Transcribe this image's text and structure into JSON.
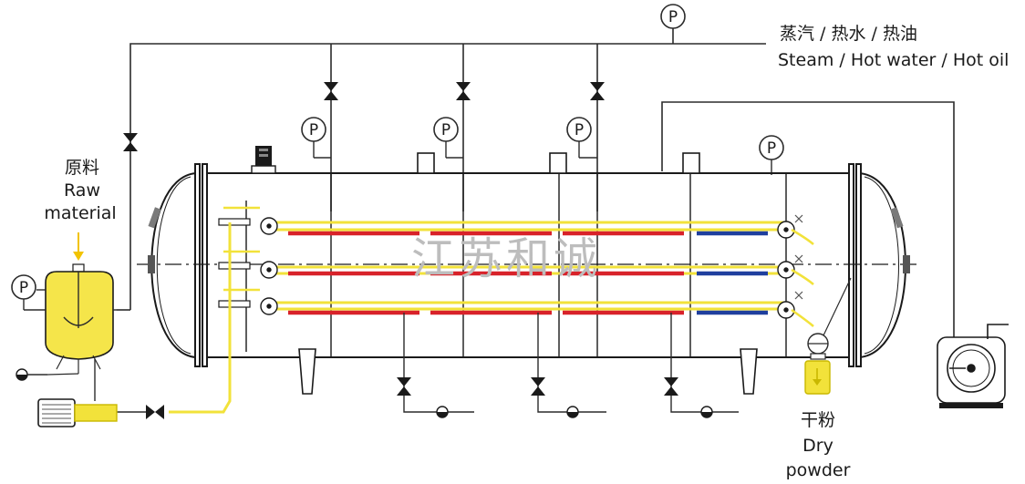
{
  "labels": {
    "heating_zh": "蒸汽 / 热水 / 热油",
    "heating_en": "Steam / Hot water / Hot oil",
    "raw_zh": "原料",
    "raw_en_1": "Raw",
    "raw_en_2": "material",
    "dry_zh": "干粉",
    "dry_en_1": "Dry",
    "dry_en_2": "powder",
    "watermark": "江苏和诚",
    "gauge": "P"
  },
  "colors": {
    "line": "#2b2b2b",
    "yellow": "#f2e23a",
    "yellow_stroke": "#c9b800",
    "red": "#d8222a",
    "blue": "#1f3f9e",
    "vessel": "#1a1a1a"
  },
  "icons": [
    "pressure-gauge-icon",
    "valve-icon",
    "motor-icon",
    "pump-icon",
    "vacuum-pump-icon",
    "feed-tank-icon",
    "collector-icon"
  ]
}
